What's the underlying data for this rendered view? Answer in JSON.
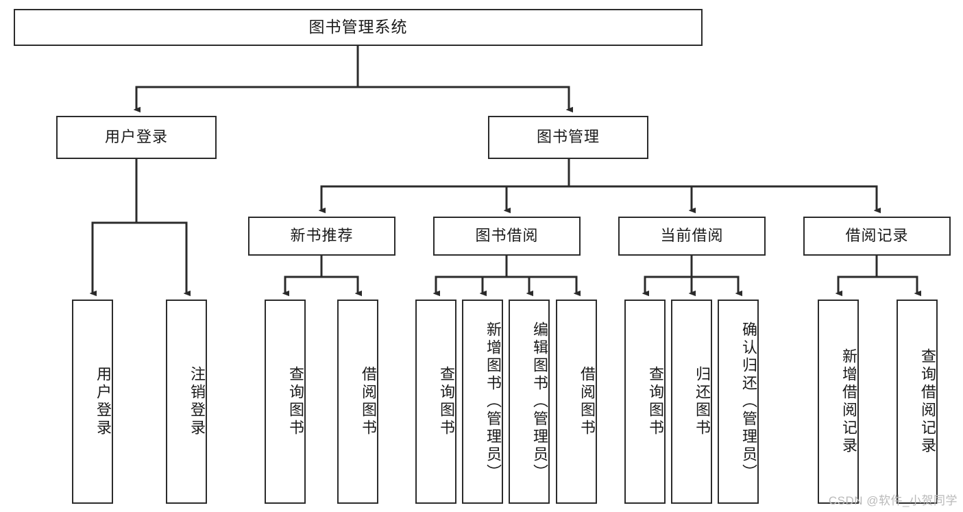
{
  "diagram": {
    "type": "tree-hierarchy",
    "title": "图书管理系统",
    "orientation": "top-down",
    "watermark": "CSDN @软件_小贺同学",
    "nodes": {
      "root": {
        "label": "图书管理系统"
      },
      "level2": [
        {
          "id": "user-login",
          "label": "用户登录"
        },
        {
          "id": "book-management",
          "label": "图书管理"
        }
      ],
      "level3": [
        {
          "id": "new-book-recommend",
          "label": "新书推荐"
        },
        {
          "id": "book-borrow",
          "label": "图书借阅"
        },
        {
          "id": "current-borrow",
          "label": "当前借阅"
        },
        {
          "id": "borrow-record",
          "label": "借阅记录"
        }
      ],
      "leaves": {
        "user_login": [
          {
            "id": "leaf-user-login",
            "label": "用户登录"
          },
          {
            "id": "leaf-logout-login",
            "label": "注销登录"
          }
        ],
        "new_book_recommend": [
          {
            "id": "leaf-query-book-1",
            "label": "查询图书"
          },
          {
            "id": "leaf-borrow-book-1",
            "label": "借阅图书"
          }
        ],
        "book_borrow": [
          {
            "id": "leaf-query-book-2",
            "label": "查询图书"
          },
          {
            "id": "leaf-add-book",
            "label": "新增图书（管理员）"
          },
          {
            "id": "leaf-edit-book",
            "label": "编辑图书（管理员）"
          },
          {
            "id": "leaf-borrow-book-2",
            "label": "借阅图书"
          }
        ],
        "current_borrow": [
          {
            "id": "leaf-query-book-3",
            "label": "查询图书"
          },
          {
            "id": "leaf-return-book",
            "label": "归还图书"
          },
          {
            "id": "leaf-confirm-return",
            "label": "确认归还（管理员）"
          }
        ],
        "borrow_record": [
          {
            "id": "leaf-add-borrow-record",
            "label": "新增借阅记录"
          },
          {
            "id": "leaf-query-borrow-record",
            "label": "查询借阅记录"
          }
        ]
      }
    },
    "colors": {
      "stroke": "#2b2b2b",
      "fill": "#ffffff",
      "text": "#1a1a1a",
      "watermark": "#b9b9b9"
    }
  }
}
